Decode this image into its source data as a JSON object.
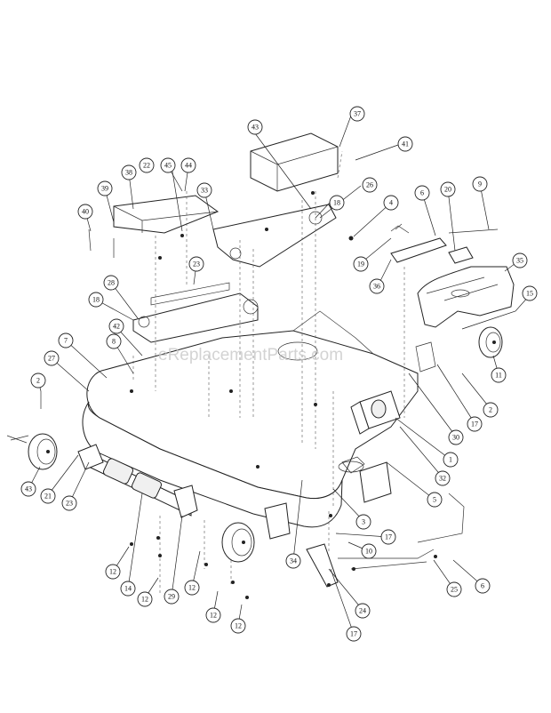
{
  "watermark": "eReplacementParts.com",
  "callouts": [
    {
      "label": "37"
    },
    {
      "label": "43"
    },
    {
      "label": "41"
    },
    {
      "label": "45"
    },
    {
      "label": "44"
    },
    {
      "label": "22"
    },
    {
      "label": "38"
    },
    {
      "label": "33"
    },
    {
      "label": "26"
    },
    {
      "label": "39"
    },
    {
      "label": "40"
    },
    {
      "label": "18"
    },
    {
      "label": "4"
    },
    {
      "label": "6"
    },
    {
      "label": "20"
    },
    {
      "label": "9"
    },
    {
      "label": "23"
    },
    {
      "label": "19"
    },
    {
      "label": "36"
    },
    {
      "label": "35"
    },
    {
      "label": "28"
    },
    {
      "label": "18"
    },
    {
      "label": "15"
    },
    {
      "label": "42"
    },
    {
      "label": "7"
    },
    {
      "label": "8"
    },
    {
      "label": "27"
    },
    {
      "label": "11"
    },
    {
      "label": "2"
    },
    {
      "label": "2"
    },
    {
      "label": "17"
    },
    {
      "label": "30"
    },
    {
      "label": "1"
    },
    {
      "label": "32"
    },
    {
      "label": "5"
    },
    {
      "label": "43"
    },
    {
      "label": "21"
    },
    {
      "label": "23"
    },
    {
      "label": "3"
    },
    {
      "label": "17"
    },
    {
      "label": "10"
    },
    {
      "label": "34"
    },
    {
      "label": "12"
    },
    {
      "label": "14"
    },
    {
      "label": "12"
    },
    {
      "label": "29"
    },
    {
      "label": "12"
    },
    {
      "label": "24"
    },
    {
      "label": "25"
    },
    {
      "label": "6"
    },
    {
      "label": "12"
    },
    {
      "label": "12"
    },
    {
      "label": "17"
    }
  ]
}
